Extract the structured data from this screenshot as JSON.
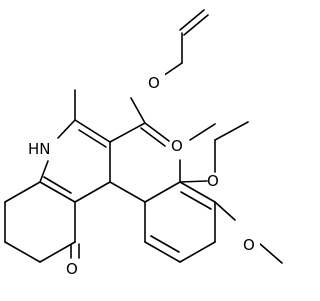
{
  "molecule": {
    "atom_labels": {
      "o_ester_alkoxy": "O",
      "o_carbonyl_ester": "O",
      "n_amine": "HN",
      "o_methoxy_2": "O",
      "o_methoxy_3": "O",
      "o_ketone": "O"
    }
  }
}
